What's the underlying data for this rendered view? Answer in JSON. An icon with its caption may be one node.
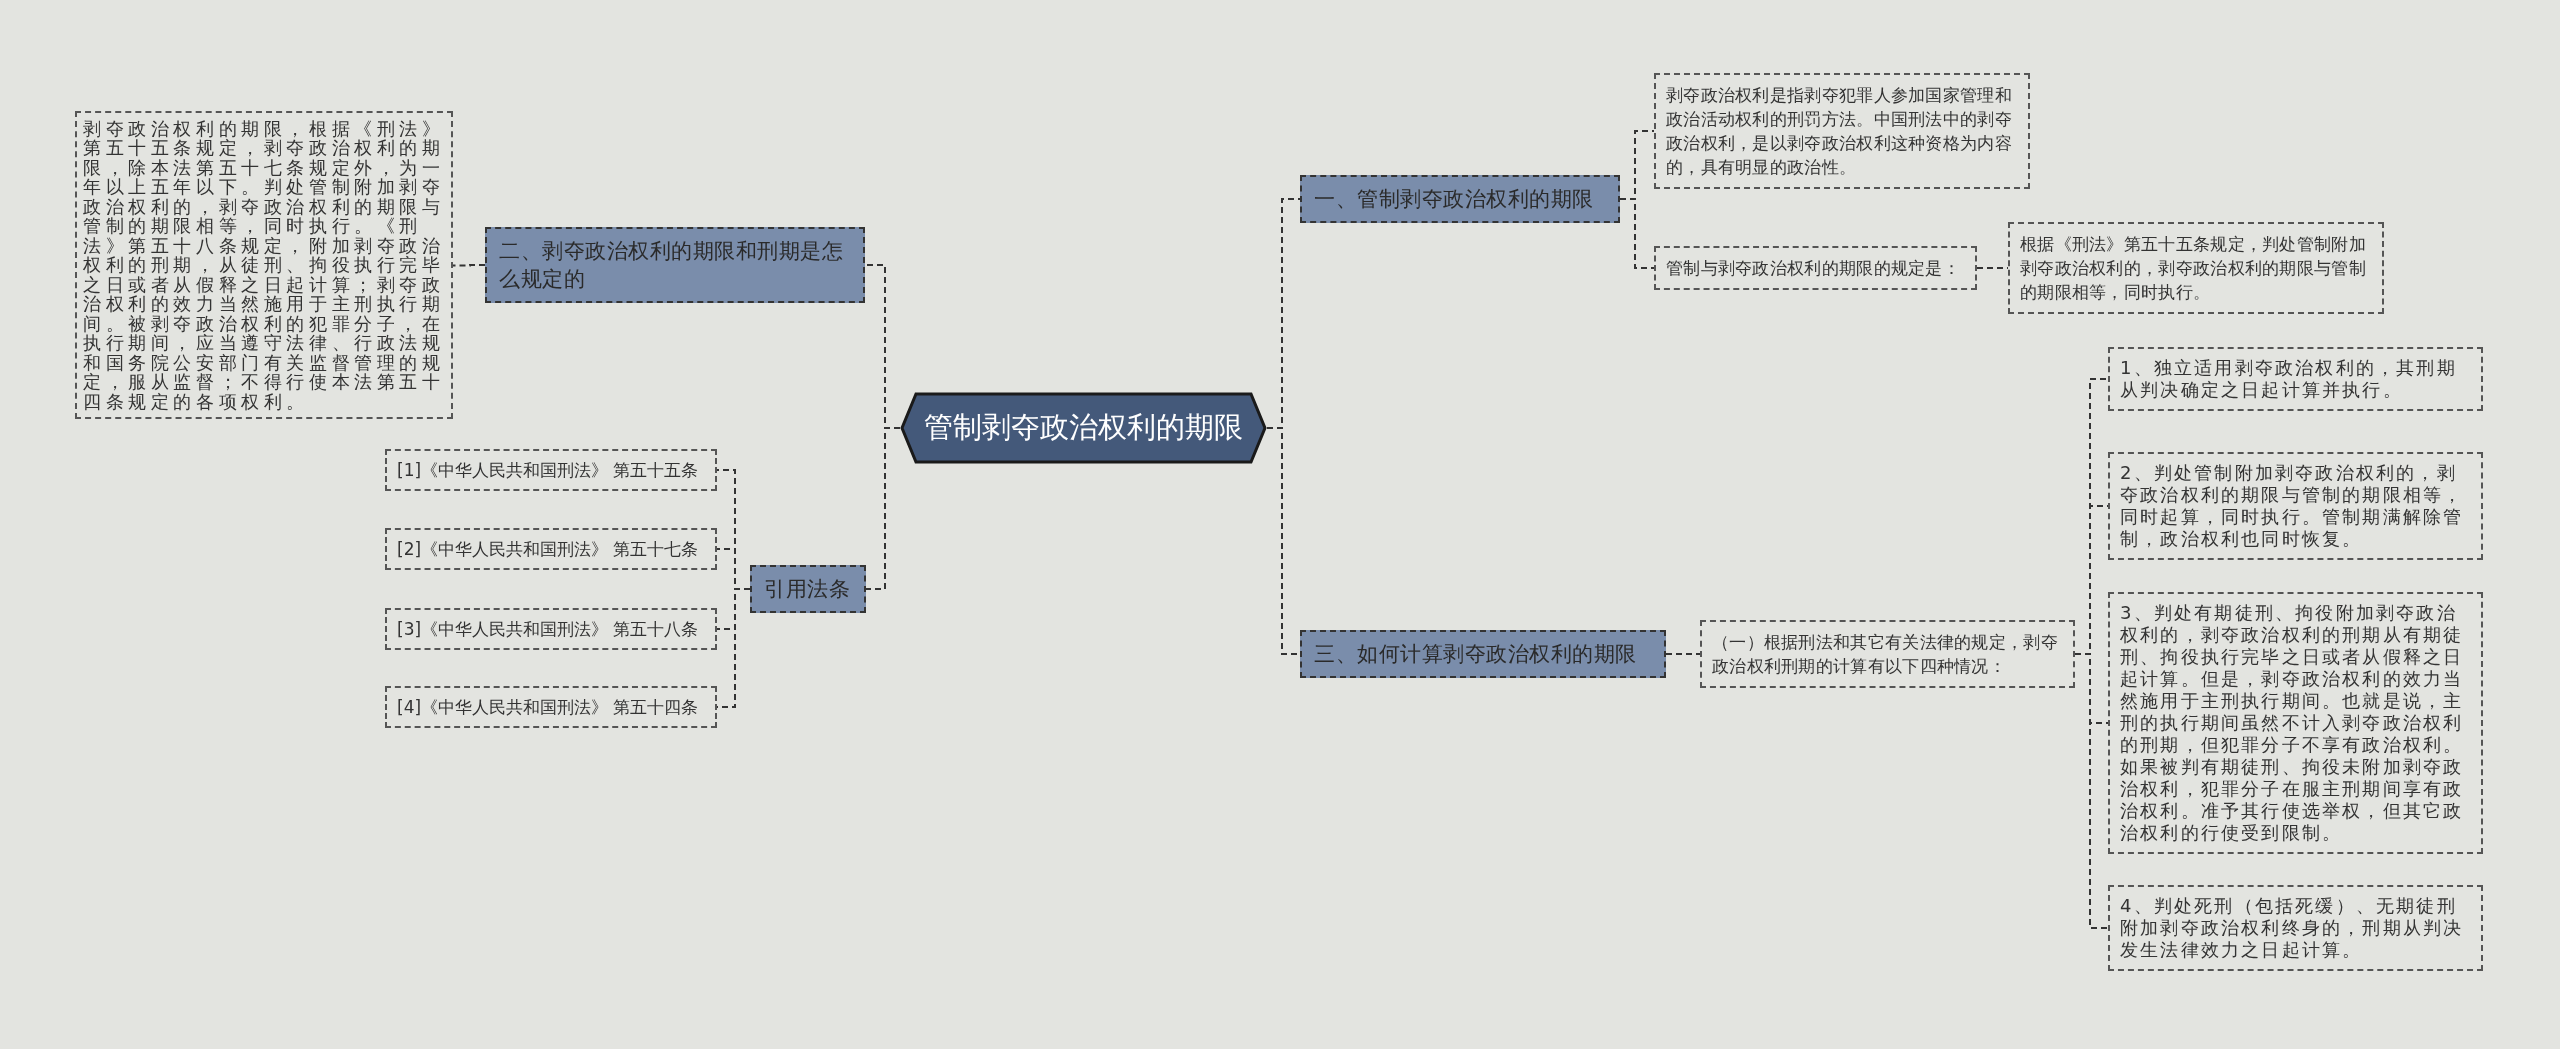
{
  "diagram": {
    "nodes": [
      {
        "text": [
          "管制剥夺政治权利的期限"
        ]
      },
      {
        "text": [
          "一、管制剥夺政治权利的期限"
        ]
      },
      {
        "text": [
          "剥夺政治权利是指剥夺犯罪人参加国家管理和政治活动权利的刑罚方法。中国刑法中的剥夺政治权利，是以剥夺政治权利这种资格为内容的，具有明显的政治性。"
        ]
      },
      {
        "text": [
          "管制与剥夺政治权利的期限的规定是："
        ]
      },
      {
        "text": [
          "根据《刑法》第五十五条规定，判处管制附加剥夺政治权利的，剥夺政治权利的期限与管制的期限相等，同时执行。"
        ]
      },
      {
        "text": [
          "二、剥夺政治权利的期限和刑期是怎么规定的"
        ]
      },
      {
        "text": [
          "剥夺政治权利的期限，根据《刑法》第五十五条规定，剥夺政治权利的期限，除本法第五十七条规定外，为一年以上五年以下。判处管制附加剥夺政治权利的，剥夺政治权利的期限与管制的期限相等，同时执行。《刑法》第五十八条规定，附加剥夺政治权利的刑期，从徒刑、拘役执行完毕之日或者从假释之日起计算；剥夺政治权利的效力当然施用于主刑执行期间。被剥夺政治权利的犯罪分子，在执行期间，应当遵守法律、行政法规和国务院公安部门有关监督管理的规定，服从监督；不得行使本法第五十四条规定的各项权利。"
        ]
      },
      {
        "text": [
          "引用法条"
        ]
      },
      {
        "text": [
          "[1]《中华人民共和国刑法》 第五十五条"
        ]
      },
      {
        "text": [
          "[2]《中华人民共和国刑法》 第五十七条"
        ]
      },
      {
        "text": [
          "[3]《中华人民共和国刑法》 第五十八条"
        ]
      },
      {
        "text": [
          "[4]《中华人民共和国刑法》 第五十四条"
        ]
      },
      {
        "text": [
          "三、如何计算剥夺政治权利的期限"
        ]
      },
      {
        "text": [
          "（一）根据刑法和其它有关法律的规定，剥夺政治权利刑期的计算有以下四种情况："
        ]
      },
      {
        "text": [
          "1、独立适用剥夺政治权利的，其刑期从判决确定之日起计算并执行。"
        ]
      },
      {
        "text": [
          "2、判处管制附加剥夺政治权利的，剥夺政治权利的期限与管制的期限相等，同时起算，同时执行。管制期满解除管制，政治权利也同时恢复。"
        ]
      },
      {
        "text": [
          "3、判处有期徒刑、拘役附加剥夺政治权利的，剥夺政治权利的刑期从有期徒刑、拘役执行完毕之日或者从假释之日起计算。但是，剥夺政治权利的效力当然施用于主刑执行期间。也就是说，主刑的执行期间虽然不计入剥夺政治权利的刑期，但犯罪分子不享有政治权利。如果被判有期徒刑、拘役未附加剥夺政治权利，犯罪分子在服主刑期间享有政治权利。准予其行使选举权，但其它政治权利的行使受到限制。"
        ]
      },
      {
        "text": [
          "4、判处死刑（包括死缓）、无期徒刑附加剥夺政治权利终身的，刑期从判决发生法律效力之日起计算。"
        ]
      }
    ],
    "edges": [
      {
        "from": 0,
        "to": 1,
        "arrow": "none"
      },
      {
        "from": 0,
        "to": 5,
        "arrow": "none"
      },
      {
        "from": 0,
        "to": 7,
        "arrow": "none"
      },
      {
        "from": 0,
        "to": 12,
        "arrow": "none"
      },
      {
        "from": 1,
        "to": 2,
        "arrow": "none"
      },
      {
        "from": 1,
        "to": 3,
        "arrow": "none"
      },
      {
        "from": 3,
        "to": 4,
        "arrow": "none"
      },
      {
        "from": 5,
        "to": 6,
        "arrow": "none"
      },
      {
        "from": 7,
        "to": 8,
        "arrow": "none"
      },
      {
        "from": 7,
        "to": 9,
        "arrow": "none"
      },
      {
        "from": 7,
        "to": 10,
        "arrow": "none"
      },
      {
        "from": 7,
        "to": 11,
        "arrow": "none"
      },
      {
        "from": 12,
        "to": 13,
        "arrow": "none"
      },
      {
        "from": 13,
        "to": 14,
        "arrow": "none"
      },
      {
        "from": 13,
        "to": 15,
        "arrow": "none"
      },
      {
        "from": 13,
        "to": 16,
        "arrow": "none"
      },
      {
        "from": 13,
        "to": 17,
        "arrow": "none"
      }
    ]
  }
}
